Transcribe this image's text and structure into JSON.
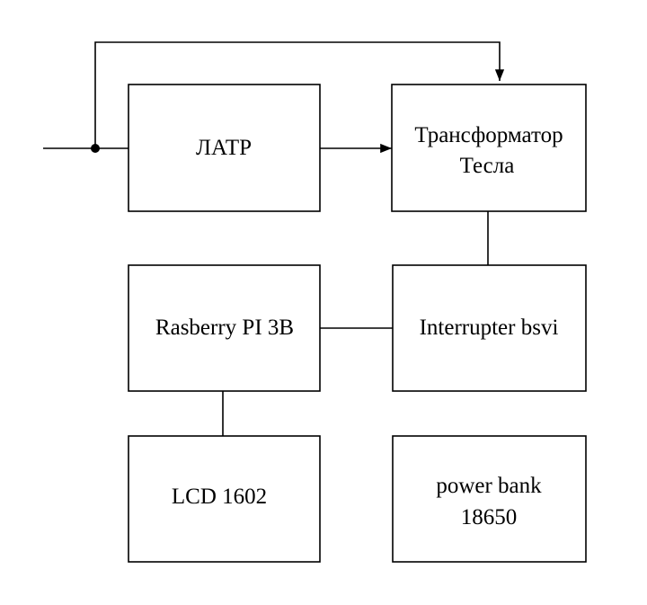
{
  "blocks": {
    "latr": {
      "label": "ЛАТР"
    },
    "tesla": {
      "line1": "Трансформатор",
      "line2": "Тесла"
    },
    "rpi": {
      "label": "Rasberry PI 3B"
    },
    "interrupter": {
      "label": "Interrupter bsvi"
    },
    "lcd": {
      "label": "LCD 1602"
    },
    "powerbank": {
      "line1": "power bank",
      "line2": "18650"
    }
  },
  "colors": {
    "stroke": "#000000",
    "background": "#ffffff"
  }
}
